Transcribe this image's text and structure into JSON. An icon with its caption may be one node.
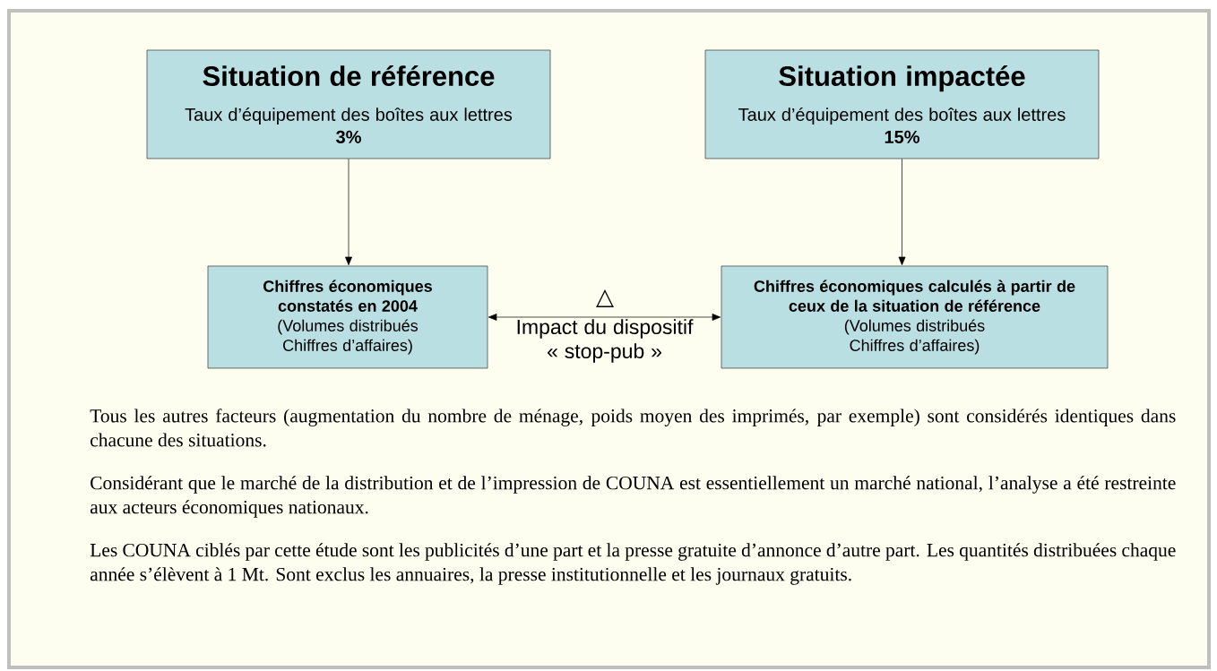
{
  "diagram": {
    "nodes": [
      {
        "text": [
          "Situation de référence",
          "Taux d’équipement des boîtes aux lettres",
          "3%"
        ]
      },
      {
        "text": [
          "Situation impactée",
          "Taux d’équipement des boîtes aux lettres",
          "15%"
        ]
      },
      {
        "text": [
          "Chiffres économiques constatés en 2004",
          "(Volumes distribués Chiffres d’affaires)"
        ]
      },
      {
        "text": [
          "Chiffres économiques calculés à partir de ceux de la situation de référence",
          "(Volumes distribués Chiffres d’affaires)"
        ]
      }
    ],
    "edges": [
      {
        "from": 0,
        "to": 2,
        "arrow": "to"
      },
      {
        "from": 1,
        "to": 3,
        "arrow": "to"
      },
      {
        "from": 2,
        "to": 3,
        "arrow": "both",
        "label": "Impact du dispositif « stop-pub »"
      }
    ],
    "labels": [
      "△",
      "Tous les autres facteurs (augmentation du nombre de ménage, poids moyen des imprimés, par exemple) sont considérés identiques dans chacune des situations.",
      "Considérant que le marché de la distribution et de l’impression de COUNA est essentiellement un marché national, l’analyse a été restreinte aux acteurs économiques nationaux.",
      "Les COUNA ciblés par cette étude sont les publicités d’une part et la presse gratuite d’annonce d’autre part. Les quantités distribuées chaque année s’élèvent à 1 Mt. Sont exclus les annuaires, la presse institutionnelle et les journaux gratuits."
    ]
  }
}
